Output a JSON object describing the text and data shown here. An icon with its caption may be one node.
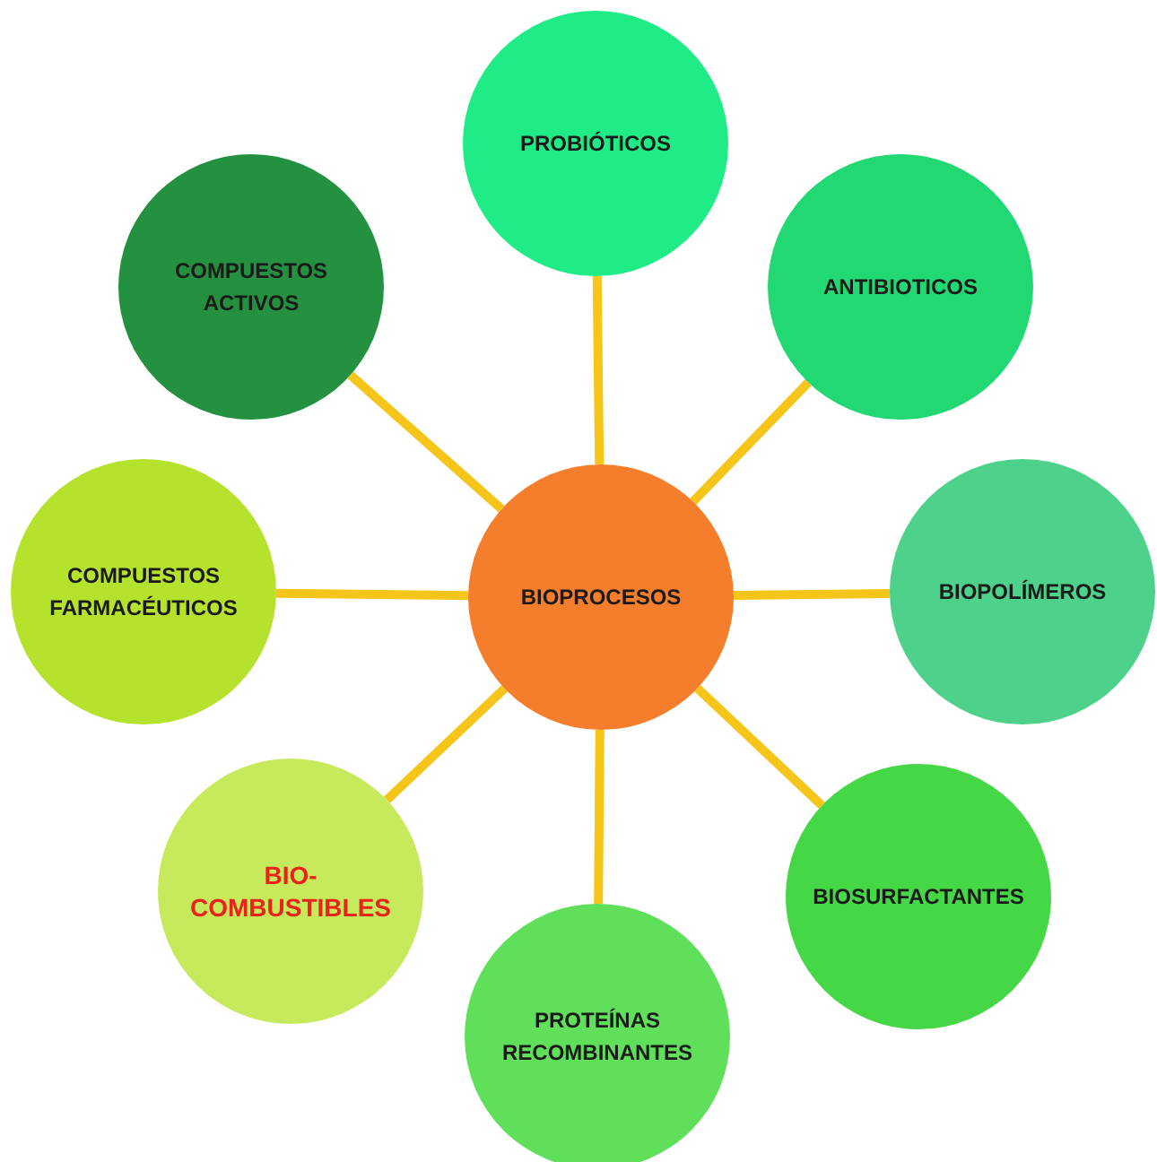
{
  "diagram": {
    "nodes": [
      {
        "text": [
          "PROBIÓTICOS"
        ]
      },
      {
        "text": [
          "COMPUESTOS ACTIVOS"
        ]
      },
      {
        "text": [
          "ANTIBIOTICOS"
        ]
      },
      {
        "text": [
          "COMPUESTOS FARMACÉUTICOS"
        ]
      },
      {
        "text": [
          "BIOPROCESOS"
        ]
      },
      {
        "text": [
          "BIOPOLÍMEROS"
        ]
      },
      {
        "text": [
          "BIO- COMBUSTIBLES"
        ]
      },
      {
        "text": [
          "BIOSURFACTANTES"
        ]
      },
      {
        "text": [
          "PROTEÍNAS RECOMBINANTES"
        ]
      }
    ],
    "edges": [
      {
        "from": 4,
        "to": 0,
        "arrow": "none"
      },
      {
        "from": 4,
        "to": 1,
        "arrow": "none"
      },
      {
        "from": 4,
        "to": 2,
        "arrow": "none"
      },
      {
        "from": 4,
        "to": 3,
        "arrow": "none"
      },
      {
        "from": 4,
        "to": 5,
        "arrow": "none"
      },
      {
        "from": 4,
        "to": 6,
        "arrow": "none"
      },
      {
        "from": 4,
        "to": 7,
        "arrow": "none"
      },
      {
        "from": 4,
        "to": 8,
        "arrow": "none"
      }
    ]
  }
}
